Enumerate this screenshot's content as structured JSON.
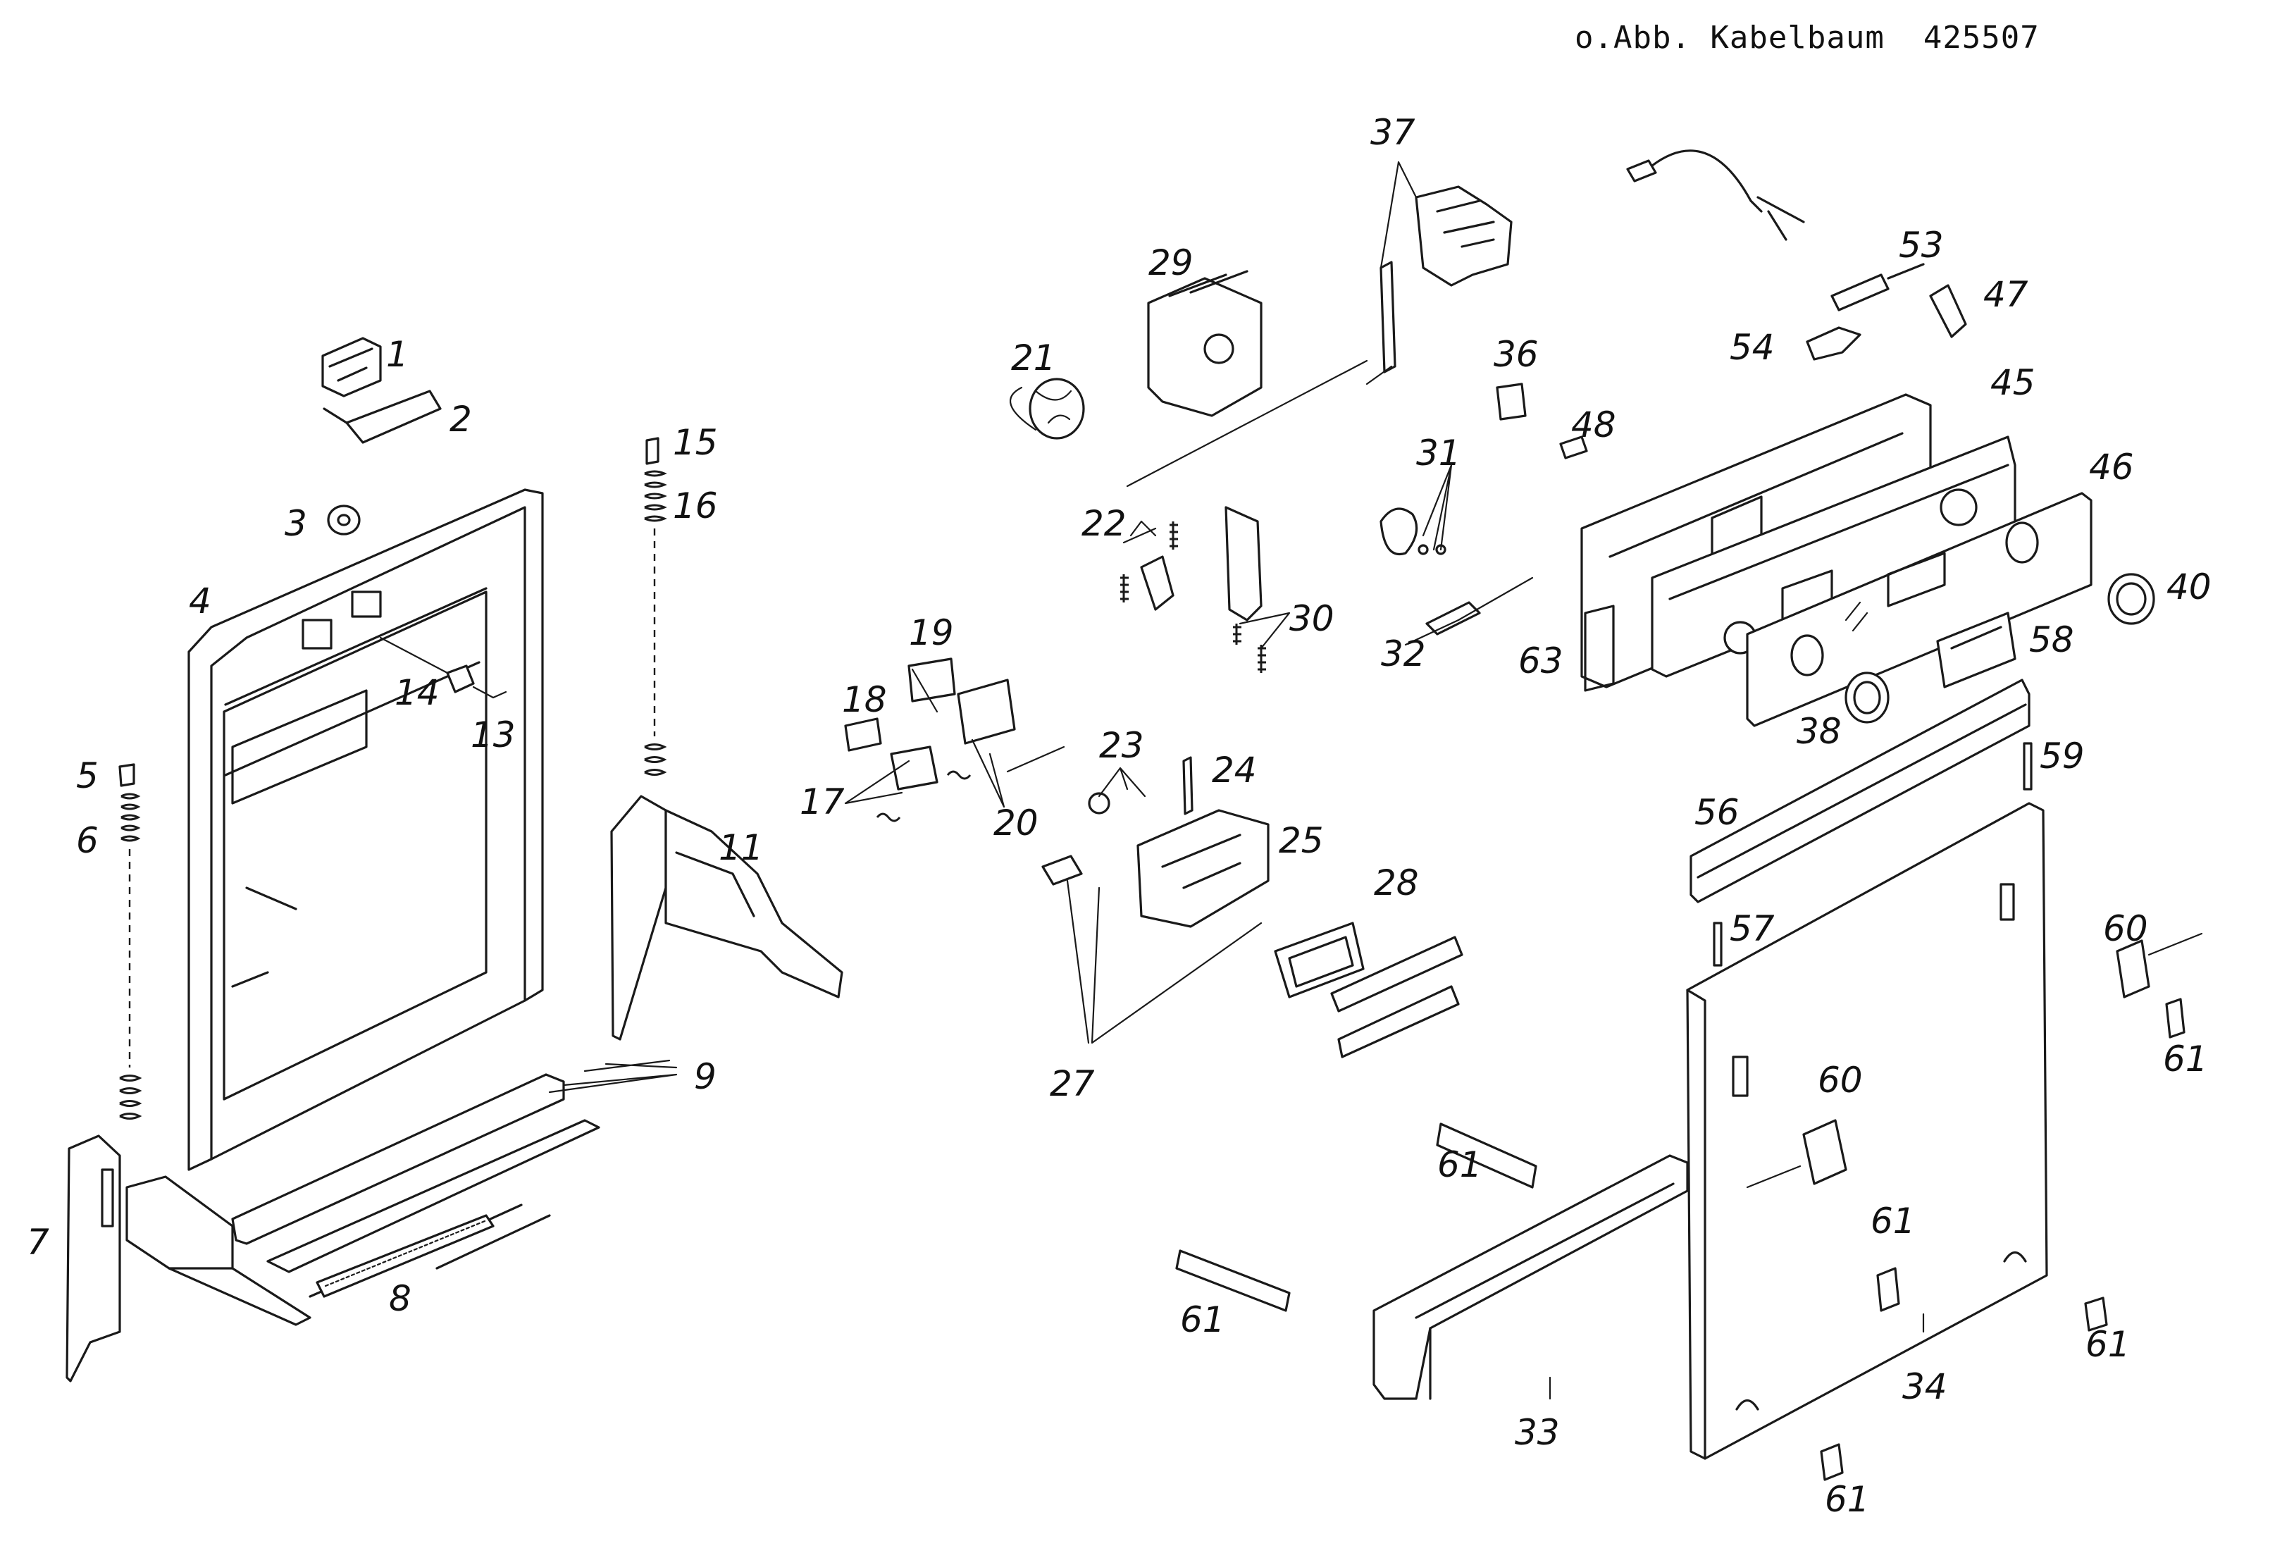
{
  "header": {
    "title": "o.Abb. Kabelbaum  425507"
  },
  "callouts": {
    "c1": "1",
    "c2": "2",
    "c3": "3",
    "c4": "4",
    "c5": "5",
    "c6": "6",
    "c7": "7",
    "c8": "8",
    "c9": "9",
    "c11": "11",
    "c13": "13",
    "c14": "14",
    "c15": "15",
    "c16": "16",
    "c17": "17",
    "c18": "18",
    "c19": "19",
    "c20": "20",
    "c21": "21",
    "c22": "22",
    "c23": "23",
    "c24": "24",
    "c25": "25",
    "c27": "27",
    "c28": "28",
    "c29": "29",
    "c30": "30",
    "c31": "31",
    "c32": "32",
    "c33": "33",
    "c34": "34",
    "c36": "36",
    "c37": "37",
    "c38": "38",
    "c40": "40",
    "c45": "45",
    "c46": "46",
    "c47": "47",
    "c48": "48",
    "c53": "53",
    "c54": "54",
    "c56": "56",
    "c57": "57",
    "c58": "58",
    "c59": "59",
    "c60a": "60",
    "c60b": "60",
    "c61a": "61",
    "c61b": "61",
    "c61c": "61",
    "c61d": "61",
    "c61e": "61",
    "c61f": "61",
    "c63": "63"
  }
}
